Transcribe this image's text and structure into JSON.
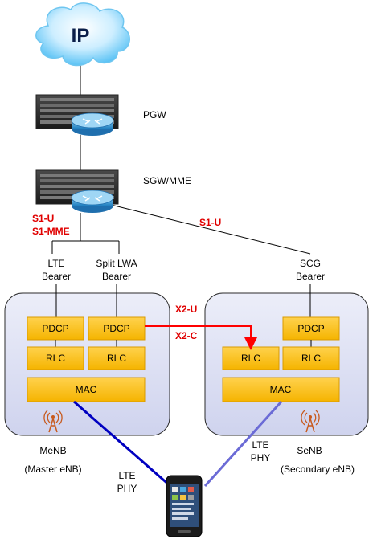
{
  "cloud": {
    "label": "IP"
  },
  "nodes": {
    "pgw": "PGW",
    "sgw_mme": "SGW/MME",
    "menb": "MeNB",
    "menb_desc": "(Master eNB)",
    "senb": "SeNB",
    "senb_desc": "(Secondary eNB)"
  },
  "interfaces": {
    "s1u_left": "S1-U",
    "s1mme": "S1-MME",
    "s1u_right": "S1-U",
    "x2u": "X2-U",
    "x2c": "X2-C"
  },
  "bearers": {
    "lte": [
      "LTE",
      "Bearer"
    ],
    "split_lwa": [
      "Split LWA",
      "Bearer"
    ],
    "scg": [
      "SCG",
      "Bearer"
    ]
  },
  "menb_layers": {
    "pdcp_1": "PDCP",
    "pdcp_2": "PDCP",
    "rlc_1": "RLC",
    "rlc_2": "RLC",
    "mac": "MAC"
  },
  "senb_layers": {
    "pdcp": "PDCP",
    "rlc_1": "RLC",
    "rlc_2": "RLC",
    "mac": "MAC"
  },
  "phy": {
    "left": [
      "LTE",
      "PHY"
    ],
    "right": [
      "LTE",
      "PHY"
    ]
  },
  "colors": {
    "enb_fill": "#dfe1f5",
    "layer_fill": "#ffc000",
    "layer_stroke": "#d99a00",
    "x2_line": "#ff0000",
    "menb_phy_line": "#0000c0",
    "senb_phy_line": "#6b6bd6",
    "interface_text": "#e00000"
  }
}
